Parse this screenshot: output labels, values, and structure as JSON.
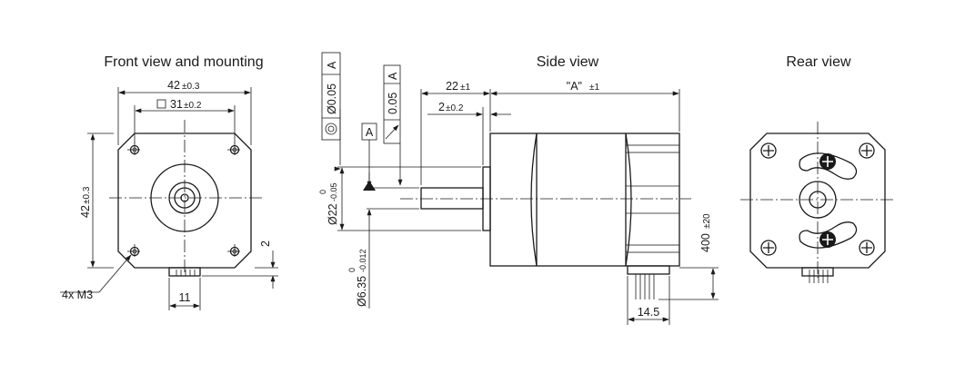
{
  "views": {
    "front_title": "Front view and mounting",
    "side_title": "Side view",
    "rear_title": "Rear view"
  },
  "front": {
    "width_value": "42",
    "width_tol": "±0.3",
    "square_value": "31",
    "square_tol": "±0.2",
    "height_value": "42",
    "height_tol": "±0.3",
    "right_small": "2",
    "connector_width": "11",
    "holes_label": "4x M3"
  },
  "side": {
    "shaft_length_value": "22",
    "shaft_length_tol": "±1",
    "body_length_label": "\"A\"",
    "body_length_tol": "±1",
    "flange_value": "2",
    "flange_tol": "±0.2",
    "pilot_dia_value": "Ø22",
    "pilot_dia_upper": "0",
    "pilot_dia_lower": "-0.05",
    "shaft_dia_value": "Ø6.35",
    "shaft_dia_upper": "0",
    "shaft_dia_lower": "-0.012",
    "cable_length_value": "400",
    "cable_length_tol": "±20",
    "connector_offset": "14.5",
    "concentricity_tol": "Ø0.05",
    "concentricity_datum": "A",
    "runout_tol": "0.05",
    "runout_datum": "A",
    "datum_label": "A"
  }
}
